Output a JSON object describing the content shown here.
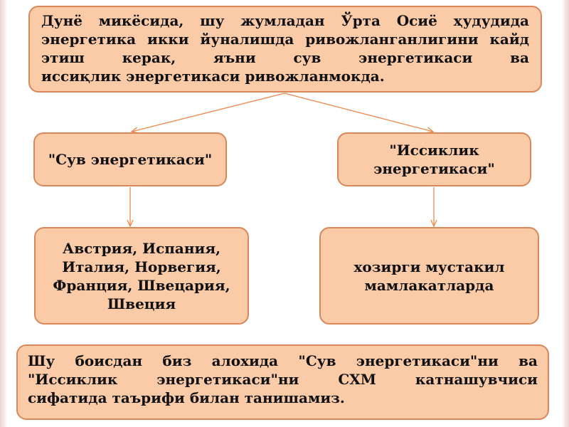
{
  "top_box": {
    "text": "Дунё микёсида, шу жумладан Ўрта Осиё ҳудудида энергетика икки йуналишда ривожланганлигини кайд этиш керак, яъни сув энергетикаси ва",
    "last_line": "иссиқлик энергетикаси ривожланмокда."
  },
  "left_category": {
    "text": "\"Сув энергетикаси\""
  },
  "right_category": {
    "text": "\"Иссиклик энергетикаси\""
  },
  "left_detail": {
    "text": "Австрия, Испания, Италия, Норвегия, Франция, Швецария, Швеция"
  },
  "right_detail": {
    "text": "хозирги мустакил мамлакатларда"
  },
  "bottom_box": {
    "text": "Шу боисдан биз алохида \"Сув энергетикаси\"ни ва \"Иссиклик энергетикаси\"ни СХМ катнашувчиси",
    "last_line": "сифатида таърифи билан танишамиз."
  },
  "colors": {
    "box_fill": "#fbcaa6",
    "box_border": "#d8885a",
    "arrow": "#ec8a4a",
    "text": "#111111"
  }
}
